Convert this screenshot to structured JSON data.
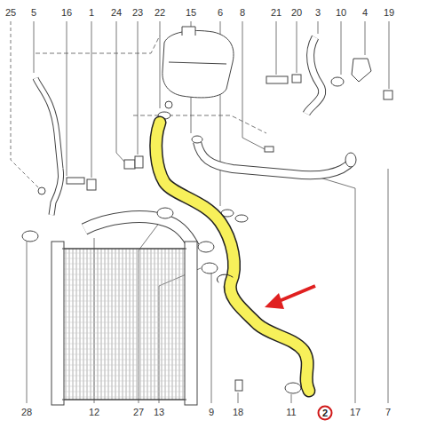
{
  "diagram": {
    "nodes": [
      {
        "text": [
          "2"
        ]
      }
    ],
    "labels": [
      "25",
      "5",
      "16",
      "1",
      "24",
      "23",
      "22",
      "15",
      "6",
      "8",
      "21",
      "20",
      "3",
      "10",
      "4",
      "19",
      "28",
      "12",
      "27",
      "13",
      "9",
      "18",
      "11",
      "17",
      "7"
    ]
  }
}
